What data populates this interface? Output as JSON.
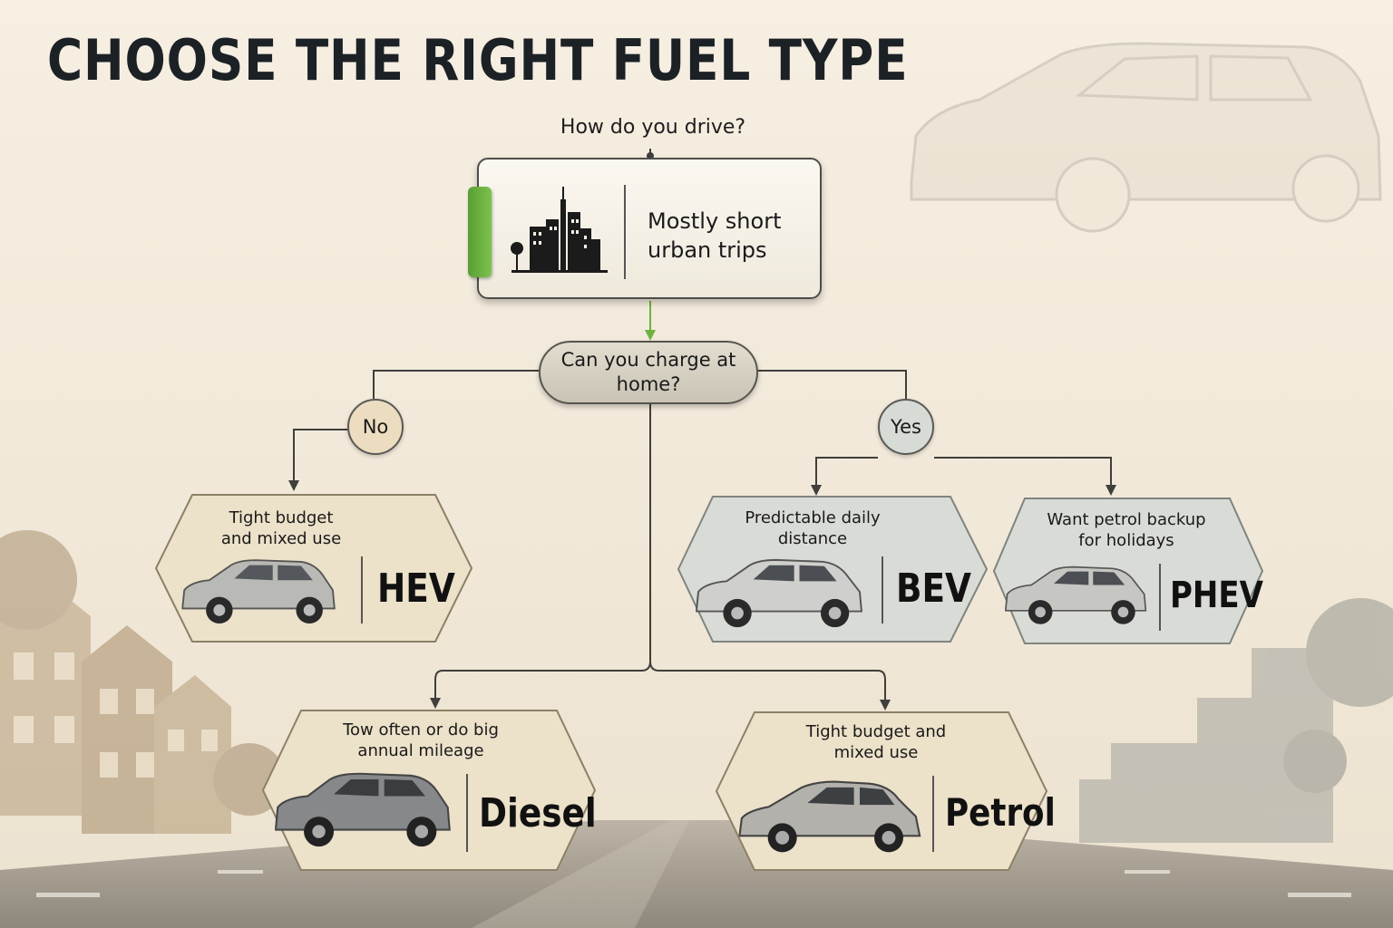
{
  "title": "CHOOSE THE RIGHT FUEL TYPE",
  "flow": {
    "question_top": "How do you drive?",
    "start_answer": "Mostly short urban trips",
    "decision": "Can you charge at home?",
    "branch_no": "No",
    "branch_yes": "Yes"
  },
  "outcomes": {
    "hev": {
      "caption": "Tight budget and mixed use",
      "label": "HEV"
    },
    "bev": {
      "caption": "Predictable daily distance",
      "label": "BEV"
    },
    "phev": {
      "caption": "Want petrol backup for holidays",
      "label": "PHEV"
    },
    "diesel": {
      "caption": "Tow often or do big annual mileage",
      "label": "Diesel"
    },
    "petrol": {
      "caption": "Tight budget and mixed use",
      "label": "Petrol"
    }
  },
  "colors": {
    "accent_green": "#6cb33f",
    "warm_card": "#ece1c9",
    "cool_card": "#d9dcd6",
    "connector": "#3f3f3b"
  },
  "icons": [
    "city-skyline-icon",
    "suv-icon",
    "hatchback-icon"
  ]
}
